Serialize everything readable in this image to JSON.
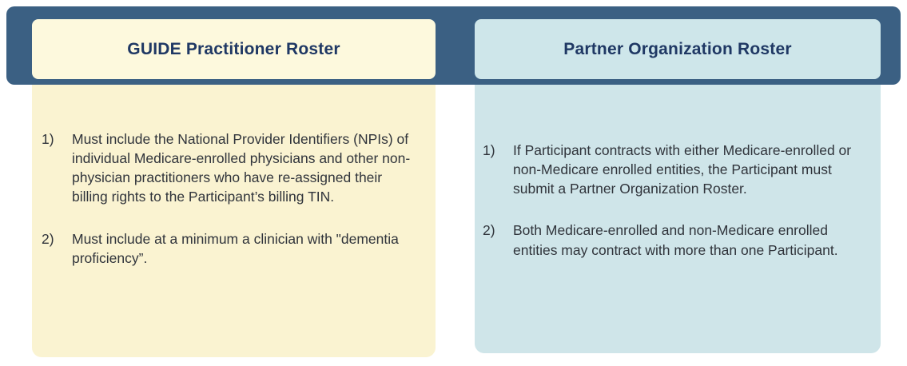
{
  "colors": {
    "banner": "#3B6083",
    "left_header_bg": "#FDF9DD",
    "left_panel_bg": "#FAF3D1",
    "right_header_bg": "#CEE6EA",
    "right_panel_bg": "#CFE5E9",
    "header_text": "#1F3864",
    "body_text": "#30343B"
  },
  "left_column": {
    "title": "GUIDE Practitioner Roster",
    "items": [
      {
        "num": "1)",
        "text": "Must include the National Provider Identifiers (NPIs) of individual Medicare-enrolled physicians and other non-physician practitioners who have re-assigned their billing rights to the Participant’s billing TIN."
      },
      {
        "num": "2)",
        "text": "Must include at a minimum a clinician with \"dementia proficiency”."
      }
    ]
  },
  "right_column": {
    "title": "Partner Organization Roster",
    "items": [
      {
        "num": "1)",
        "text": "If Participant contracts with either Medicare-enrolled or non-Medicare enrolled entities, the Participant must submit a Partner Organization Roster."
      },
      {
        "num": "2)",
        "text": "Both Medicare-enrolled and non-Medicare enrolled entities may contract with more than one Participant."
      }
    ]
  }
}
